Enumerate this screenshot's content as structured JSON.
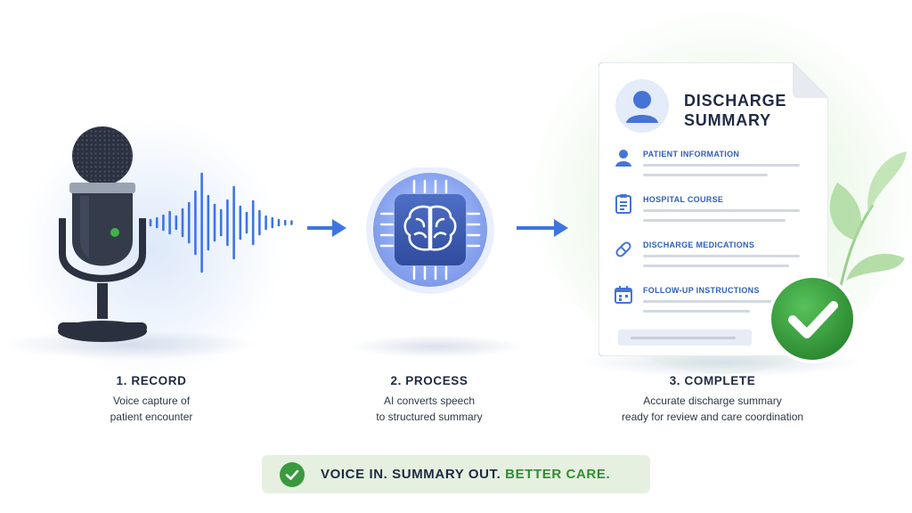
{
  "steps": [
    {
      "title": "1. RECORD",
      "desc_1": "Voice capture of",
      "desc_2": "patient encounter"
    },
    {
      "title": "2. PROCESS",
      "desc_1": "AI converts speech",
      "desc_2": "to structured summary"
    },
    {
      "title": "3. COMPLETE",
      "desc_1": "Accurate discharge summary",
      "desc_2": "ready for review and care coordination"
    }
  ],
  "document": {
    "title_1": "DISCHARGE",
    "title_2": "SUMMARY",
    "sections": [
      {
        "label": "PATIENT INFORMATION",
        "icon": "person-icon"
      },
      {
        "label": "HOSPITAL COURSE",
        "icon": "clipboard-icon"
      },
      {
        "label": "DISCHARGE MEDICATIONS",
        "icon": "pill-icon"
      },
      {
        "label": "FOLLOW-UP INSTRUCTIONS",
        "icon": "calendar-icon"
      }
    ]
  },
  "banner": {
    "part1": "VOICE IN. SUMMARY OUT.",
    "part2": "BETTER CARE."
  },
  "colors": {
    "accent_blue": "#3f74e0",
    "accent_green": "#3a9a3e",
    "text_dark": "#1f2a44",
    "banner_bg": "#e6f0e0"
  },
  "icons": [
    "microphone-icon",
    "sound-wave-icon",
    "arrow-right-icon",
    "brain-chip-icon",
    "document-icon",
    "avatar-icon",
    "check-badge-icon",
    "leaf-icon"
  ]
}
